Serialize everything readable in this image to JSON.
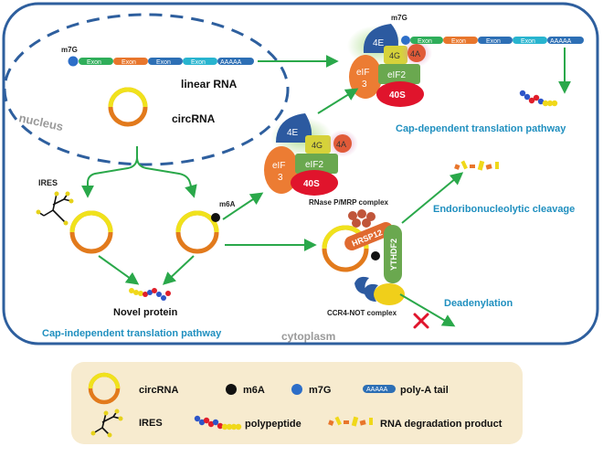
{
  "nucleus_label": "nucleus",
  "cytoplasm_label": "cytoplasm",
  "linear_rna": {
    "cap": "m7G",
    "label": "linear RNA",
    "exons": [
      "Exon",
      "Exon",
      "Exon",
      "Exon"
    ],
    "polya": "AAAAA"
  },
  "circrna_label": "circRNA",
  "ires_label": "IRES",
  "m6a_label": "m6A",
  "novel_protein_label": "Novel protein",
  "cap_independent_label": "Cap-independent translation pathway",
  "cap_dependent_label": "Cap-dependent translation pathway",
  "top_complex": {
    "cap": "m7G",
    "factors": {
      "e4": "4E",
      "g4": "4G",
      "a4": "4A",
      "eif3": "eIF\n3",
      "eif2": "eIF2",
      "s40": "40S"
    },
    "exons": [
      "Exon",
      "Exon",
      "Exon",
      "Exon"
    ],
    "polya": "AAAAA"
  },
  "mid_complex": {
    "factors": {
      "e4": "4E",
      "g4": "4G",
      "a4": "4A",
      "eif3": "eIF\n3",
      "eif2": "eIF2",
      "s40": "40S"
    }
  },
  "rnase_label": "RNase P/MRP complex",
  "hrsp12_label": "HRSP12",
  "ythdf2_label": "YTHDF2",
  "ccr4_label": "CCR4-NOT complex",
  "endo_label": "Endoribonucleolytic cleavage",
  "deadenylation_label": "Deadenylation",
  "legend": {
    "circrna": "circRNA",
    "m6a": "m6A",
    "m7g": "m7G",
    "polya_text": "AAAAA",
    "polya": "poly-A tail",
    "ires": "IRES",
    "polypeptide": "polypeptide",
    "degradation": "RNA degradation product"
  },
  "colors": {
    "border": "#2e5f9e",
    "arrow": "#2aa84a",
    "teal_text": "#1f8fbf",
    "legend_bg": "#f7ebcf",
    "exon_green": "#2fae5a",
    "exon_orange": "#e8762c",
    "exon_blue": "#2d6fb5",
    "exon_cyan": "#28b4cf",
    "eif4e": "#2c5aa0",
    "eif4g": "#d6d23a",
    "eif4a": "#e05a38",
    "eif3": "#ec7c33",
    "eif2": "#6aa84f",
    "s40": "#e0142c",
    "m7g": "#2d6ec8",
    "ring_yellow": "#f0e21c",
    "ring_orange": "#e27a1c"
  }
}
